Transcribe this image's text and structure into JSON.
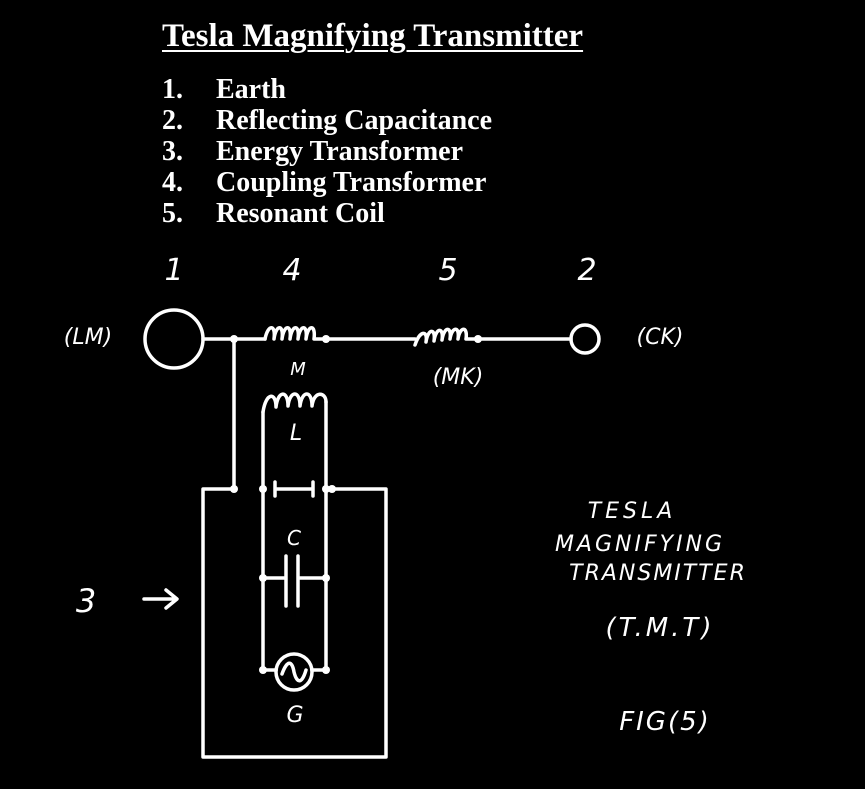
{
  "title": "Tesla Magnifying Transmitter",
  "legend": [
    {
      "num": "1.",
      "label": "Earth"
    },
    {
      "num": "2.",
      "label": "Reflecting Capacitance"
    },
    {
      "num": "3.",
      "label": "Energy Transformer"
    },
    {
      "num": "4.",
      "label": "Coupling Transformer"
    },
    {
      "num": "5.",
      "label": "Resonant Coil"
    }
  ],
  "diagram": {
    "numbers": {
      "n1": "1",
      "n4": "4",
      "n5": "5",
      "n2": "2",
      "n3": "3"
    },
    "labels": {
      "lm": "(LM)",
      "ck": "(CK)",
      "mk": "(MK)",
      "m": "M",
      "l": "L",
      "c": "C",
      "g": "G"
    },
    "note": {
      "line1": "TESLA",
      "line2": "MAGNIFYING",
      "line3": "TRANSMITTER",
      "line4": "(T.M.T)",
      "fig": "FIG(5)"
    }
  },
  "colors": {
    "background": "#000000",
    "ink": "#ffffff"
  }
}
